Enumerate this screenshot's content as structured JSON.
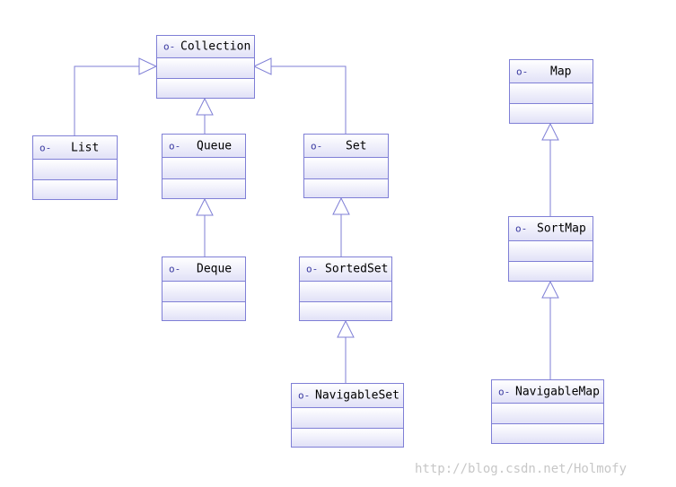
{
  "diagram": {
    "nodes": [
      {
        "id": "collection",
        "name": "Collection"
      },
      {
        "id": "list",
        "name": "List"
      },
      {
        "id": "queue",
        "name": "Queue"
      },
      {
        "id": "set",
        "name": "Set"
      },
      {
        "id": "deque",
        "name": "Deque"
      },
      {
        "id": "sortedset",
        "name": "SortedSet"
      },
      {
        "id": "navigableset",
        "name": "NavigableSet"
      },
      {
        "id": "map",
        "name": "Map"
      },
      {
        "id": "sortmap",
        "name": "SortMap"
      },
      {
        "id": "navigablemap",
        "name": "NavigableMap"
      }
    ],
    "edges": [
      {
        "from": "list",
        "to": "collection",
        "type": "generalization"
      },
      {
        "from": "queue",
        "to": "collection",
        "type": "generalization"
      },
      {
        "from": "set",
        "to": "collection",
        "type": "generalization"
      },
      {
        "from": "deque",
        "to": "queue",
        "type": "generalization"
      },
      {
        "from": "sortedset",
        "to": "set",
        "type": "generalization"
      },
      {
        "from": "navigableset",
        "to": "sortedset",
        "type": "generalization"
      },
      {
        "from": "sortmap",
        "to": "map",
        "type": "generalization"
      },
      {
        "from": "navigablemap",
        "to": "sortmap",
        "type": "generalization"
      }
    ],
    "icon": "interface-lollipop-icon",
    "colors": {
      "line": "#7f7fd6",
      "fill_top": "#ffffff",
      "fill_bottom": "#e1e1f7"
    }
  },
  "watermark": "http://blog.csdn.net/Holmofy"
}
